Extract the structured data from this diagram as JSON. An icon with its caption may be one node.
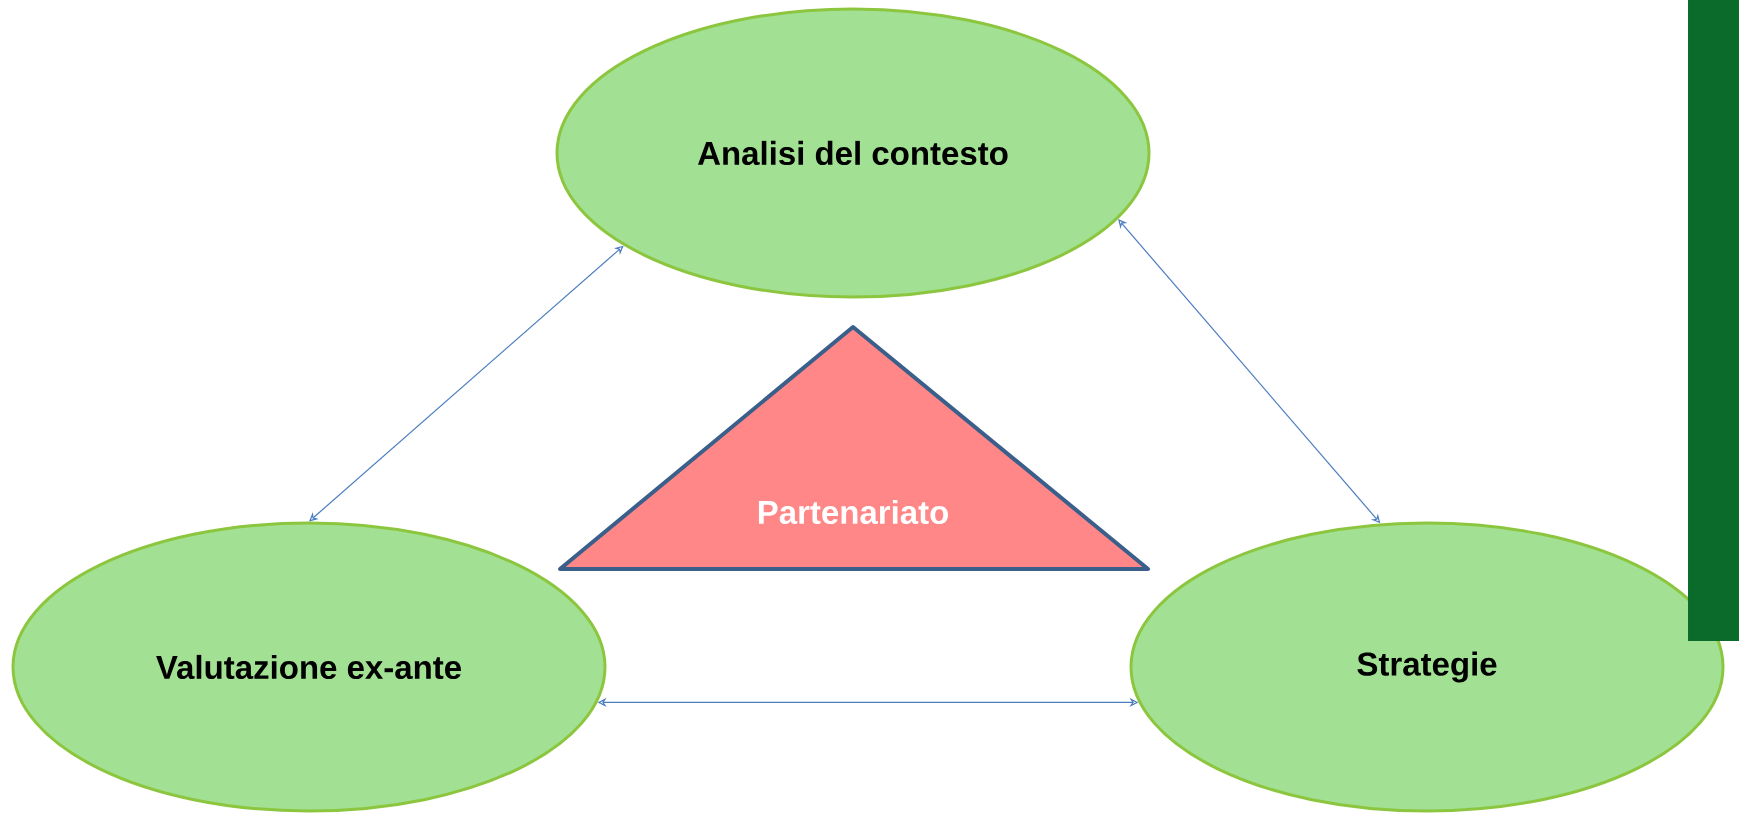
{
  "diagram": {
    "nodes": [
      {
        "text": [
          "Analisi del contesto"
        ]
      },
      {
        "text": [
          "Partenariato"
        ]
      },
      {
        "text": [
          "Valutazione ex-ante"
        ]
      },
      {
        "text": [
          "Strategie"
        ]
      },
      {
        "text": [],
        "shape": "bar"
      }
    ],
    "edges": [
      {
        "from": 0,
        "to": 2,
        "arrow": "both"
      },
      {
        "from": 0,
        "to": 3,
        "arrow": "both"
      },
      {
        "from": 2,
        "to": 3,
        "arrow": "both"
      }
    ]
  }
}
